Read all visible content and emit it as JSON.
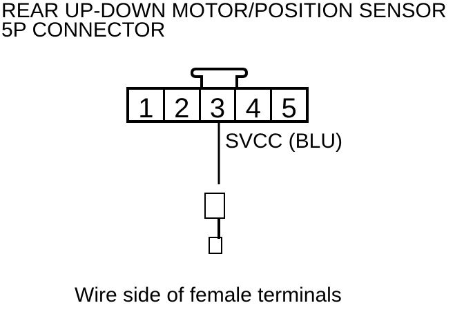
{
  "colors": {
    "background": "#ffffff",
    "ink": "#000000"
  },
  "title": {
    "line1": "REAR UP-DOWN MOTOR/POSITION SENSOR",
    "line2": "5P CONNECTOR"
  },
  "connector": {
    "pins": [
      "1",
      "2",
      "3",
      "4",
      "5"
    ],
    "wire": {
      "pin": "3",
      "label": "SVCC (BLU)",
      "signal": "SVCC",
      "wire_color_code": "BLU"
    }
  },
  "caption": "Wire side of female terminals"
}
